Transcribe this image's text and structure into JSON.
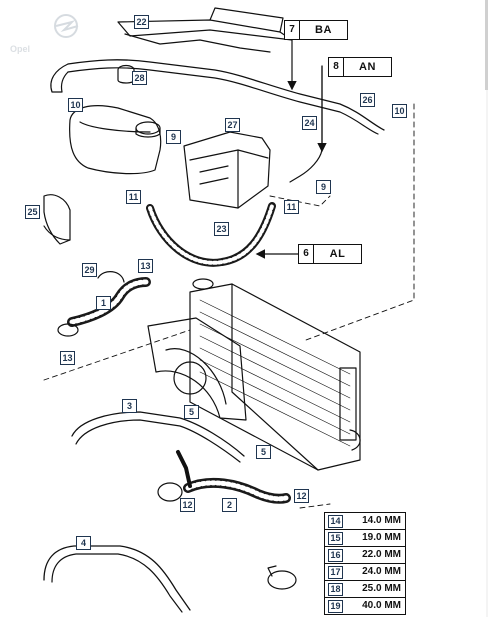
{
  "logo": {
    "text": "Opel"
  },
  "callouts": {
    "c22": "22",
    "c7": "7",
    "c8": "8",
    "c28": "28",
    "c26": "26",
    "c10a": "10",
    "c10b": "10",
    "c9a": "9",
    "c9b": "9",
    "c27": "27",
    "c24": "24",
    "c11a": "11",
    "c11b": "11",
    "c25": "25",
    "c23": "23",
    "c6": "6",
    "c29": "29",
    "c13a": "13",
    "c13b": "13",
    "c1": "1",
    "c3": "3",
    "c5a": "5",
    "c5b": "5",
    "c4": "4",
    "c2": "2",
    "c12a": "12",
    "c12b": "12"
  },
  "codes": {
    "ba": {
      "num": "7",
      "label": "BA"
    },
    "an": {
      "num": "8",
      "label": "AN"
    },
    "al": {
      "num": "6",
      "label": "AL"
    }
  },
  "clamp_sizes": [
    {
      "ref": "14",
      "size": "14.0 MM"
    },
    {
      "ref": "15",
      "size": "19.0 MM"
    },
    {
      "ref": "16",
      "size": "22.0 MM"
    },
    {
      "ref": "17",
      "size": "24.0 MM"
    },
    {
      "ref": "18",
      "size": "25.0 MM"
    },
    {
      "ref": "19",
      "size": "40.0 MM"
    }
  ],
  "colors": {
    "line": "#111111",
    "callout": "#1f3550",
    "hose": "#1a1a1a"
  }
}
